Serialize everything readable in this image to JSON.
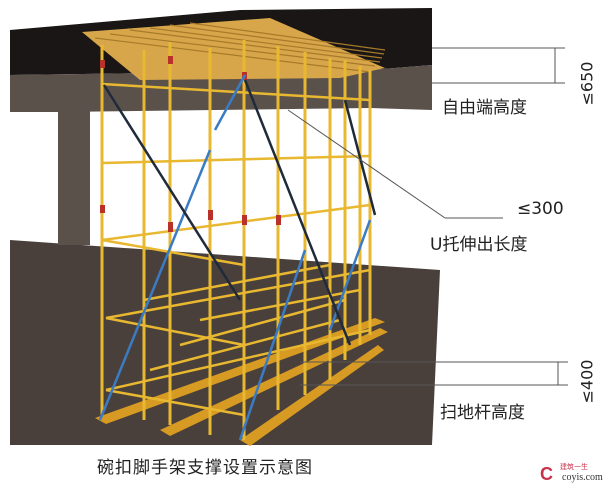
{
  "figure": {
    "caption": "碗扣脚手架支撑设置示意图",
    "annotations": {
      "free_end_height": {
        "label": "自由端高度",
        "limit": "≤650"
      },
      "u_support_extension": {
        "label": "U托伸出长度",
        "limit": "≤300"
      },
      "sweep_rod_height": {
        "label": "扫地杆高度",
        "limit": "≤400"
      }
    },
    "colors": {
      "slab": "#1a1616",
      "beam": "#5b514b",
      "ground": "#4a403b",
      "pole": "#e8b830",
      "timber": "#d8a64a",
      "brace_blue": "#3a7cc4",
      "brace_dark": "#1f2a3a",
      "clamp_red": "#b8322a",
      "base_plank": "#d79a22"
    }
  },
  "watermark": {
    "brand_cn": "建筑一生",
    "url": "coyis.com",
    "logo_letter": "C"
  }
}
